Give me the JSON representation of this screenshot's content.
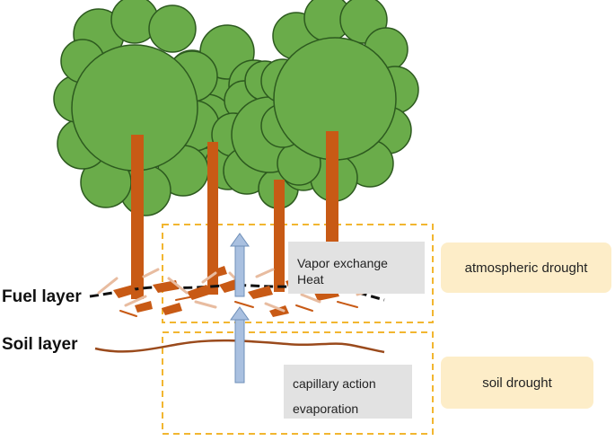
{
  "labels": {
    "fuel_layer": "Fuel layer",
    "soil_layer": "Soil layer"
  },
  "upper_box": {
    "line1": "Vapor exchange",
    "line2": "Heat"
  },
  "lower_box": {
    "line1": "capillary action",
    "line2": "evaporation"
  },
  "tags": {
    "atmospheric": "atmospheric drought",
    "soil": "soil drought"
  },
  "colors": {
    "foliage": "#6aac4a",
    "foliage_outline": "#2d5a1f",
    "trunk": "#c85a15",
    "dash_border": "#f2b630",
    "tag_fill": "#fdedc8",
    "text_box_fill": "#e2e2e2",
    "arrow_fill": "#a9c0e0",
    "soil_line": "#9a4a1c"
  }
}
